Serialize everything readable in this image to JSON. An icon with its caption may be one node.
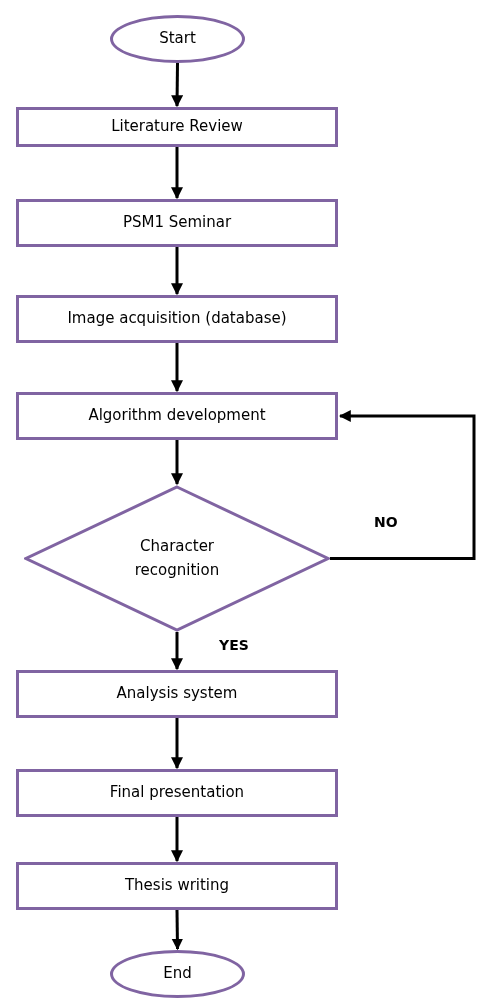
{
  "diagram": {
    "nodes": [
      {
        "text": [
          "Start"
        ]
      },
      {
        "text": [
          "Literature Review"
        ]
      },
      {
        "text": [
          "PSM1 Seminar"
        ]
      },
      {
        "text": [
          "Image acquisition (database)"
        ]
      },
      {
        "text": [
          "Algorithm development"
        ]
      },
      {
        "text": [
          "Character recognition"
        ]
      },
      {
        "text": [
          "Analysis system"
        ]
      },
      {
        "text": [
          "Final presentation"
        ]
      },
      {
        "text": [
          "Thesis writing"
        ]
      },
      {
        "text": [
          "End"
        ]
      }
    ],
    "edges": [
      {
        "from": 0,
        "to": 1,
        "arrow": "to"
      },
      {
        "from": 1,
        "to": 2,
        "arrow": "to"
      },
      {
        "from": 2,
        "to": 3,
        "arrow": "to"
      },
      {
        "from": 3,
        "to": 4,
        "arrow": "to"
      },
      {
        "from": 4,
        "to": 5,
        "arrow": "to"
      },
      {
        "from": 5,
        "to": 6,
        "arrow": "to",
        "label": "YES"
      },
      {
        "from": 6,
        "to": 7,
        "arrow": "to"
      },
      {
        "from": 7,
        "to": 8,
        "arrow": "to"
      },
      {
        "from": 8,
        "to": 9,
        "arrow": "to"
      },
      {
        "from": 5,
        "to": 4,
        "arrow": "to",
        "label": "NO"
      }
    ]
  }
}
